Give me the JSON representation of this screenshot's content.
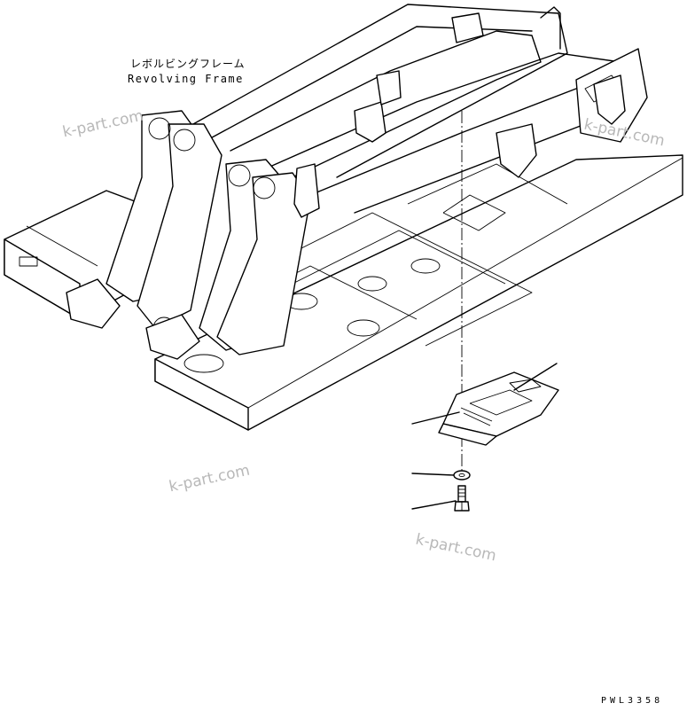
{
  "labels": {
    "revolving_frame_ja": "レボルビングフレーム",
    "revolving_frame_en": "Revolving Frame"
  },
  "drawing_code": "PWL3358",
  "watermarks": [
    {
      "text": "k-part.com"
    },
    {
      "text": "k-part.com"
    },
    {
      "text": "k-part.com"
    },
    {
      "text": "k-part.com"
    }
  ],
  "parts": [
    {
      "icon": "cover-plate-icon"
    },
    {
      "icon": "washer-icon"
    },
    {
      "icon": "bolt-icon"
    }
  ]
}
